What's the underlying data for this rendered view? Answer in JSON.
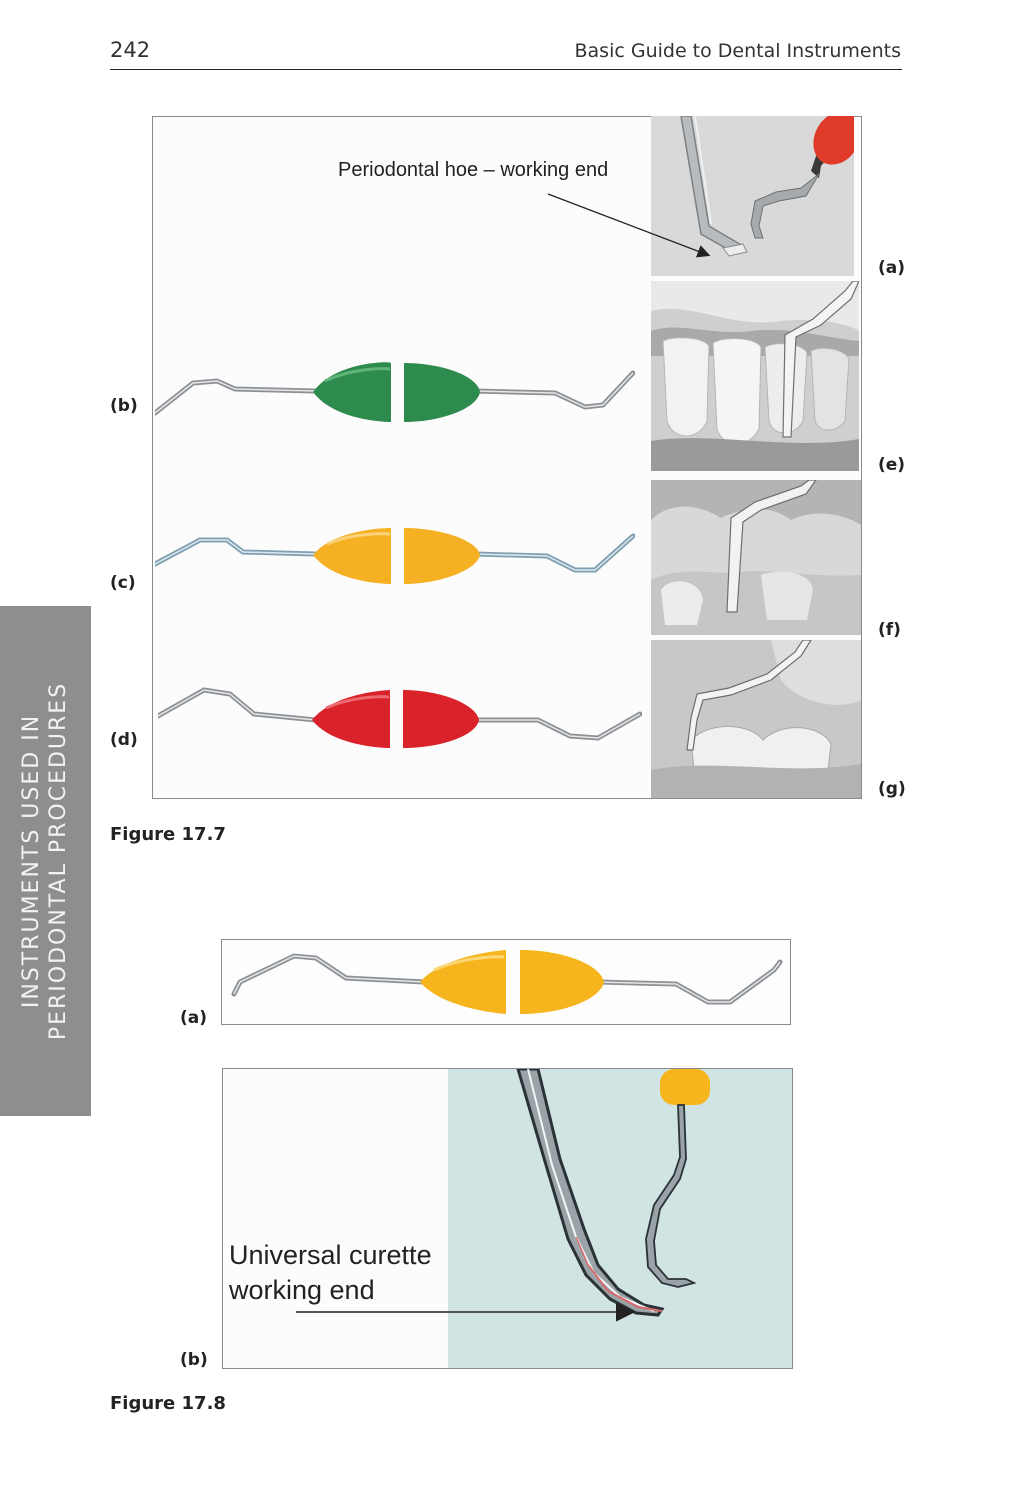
{
  "header": {
    "page_number": "242",
    "running_title": "Basic Guide to Dental Instruments"
  },
  "side_tab": {
    "line1": "INSTRUMENTS USED IN",
    "line2": "PERIODONTAL PROCEDURES"
  },
  "figure_17_7": {
    "caption": "Figure 17.7",
    "callout": "Periodontal hoe – working end",
    "labels": {
      "a": "(a)",
      "b": "(b)",
      "c": "(c)",
      "d": "(d)",
      "e": "(e)",
      "f": "(f)",
      "g": "(g)"
    },
    "colors": {
      "green_handle": "#2e8b4e",
      "yellow_handle": "#f5b024",
      "red_handle": "#d9222a",
      "red_tip": "#e03a2a"
    }
  },
  "figure_17_8": {
    "caption": "Figure 17.8",
    "callout_line1": "Universal curette",
    "callout_line2": "working end",
    "labels": {
      "a": "(a)",
      "b": "(b)"
    },
    "colors": {
      "yellow_handle": "#f6b51c",
      "background_tint": "#cfe4e3"
    }
  }
}
